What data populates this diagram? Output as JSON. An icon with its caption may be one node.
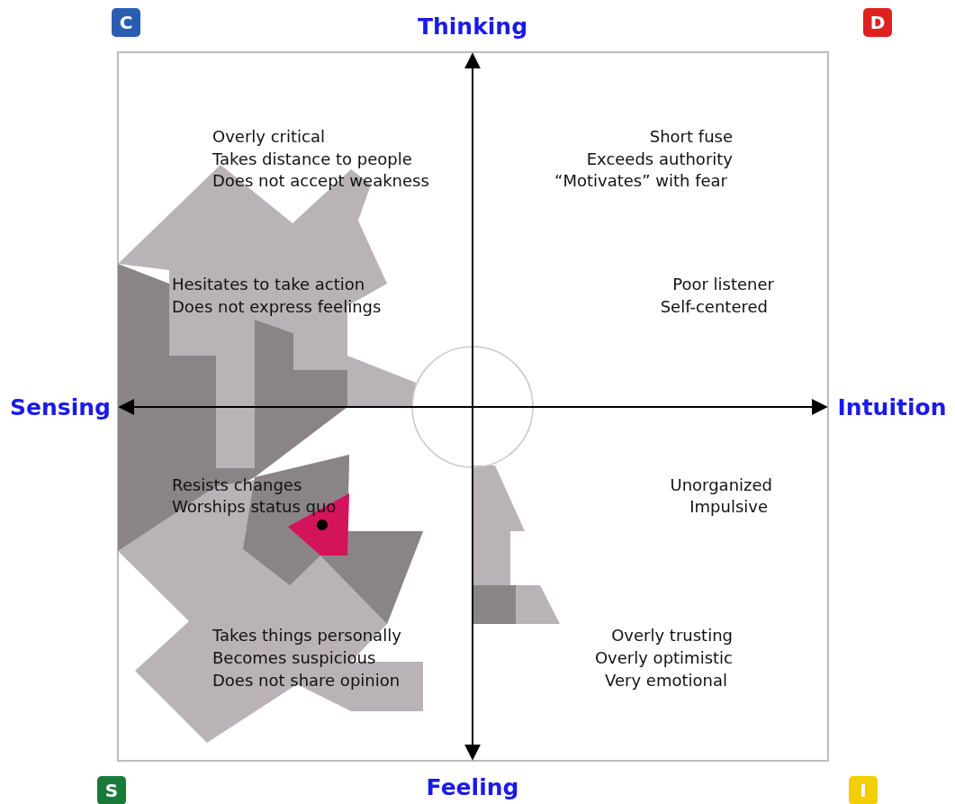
{
  "diagram": {
    "labels": [
      "C",
      "Thinking",
      "D",
      "Overly critical",
      "Takes distance to people",
      "Does not accept weakness",
      "Short fuse",
      "Exceeds authority",
      "“Motivates” with fear",
      "Hesitates to take action",
      "Does not express feelings",
      "Poor listener",
      "Self-centered",
      "Sensing",
      "Intuition",
      "Resists changes",
      "Worships status quo",
      "Unorganized",
      "Impulsive",
      "Takes things personally",
      "Becomes suspicious",
      "Does not share opinion",
      "Overly trusting",
      "Overly optimistic",
      "Very emotional",
      "S",
      "Feeling",
      "I"
    ]
  }
}
